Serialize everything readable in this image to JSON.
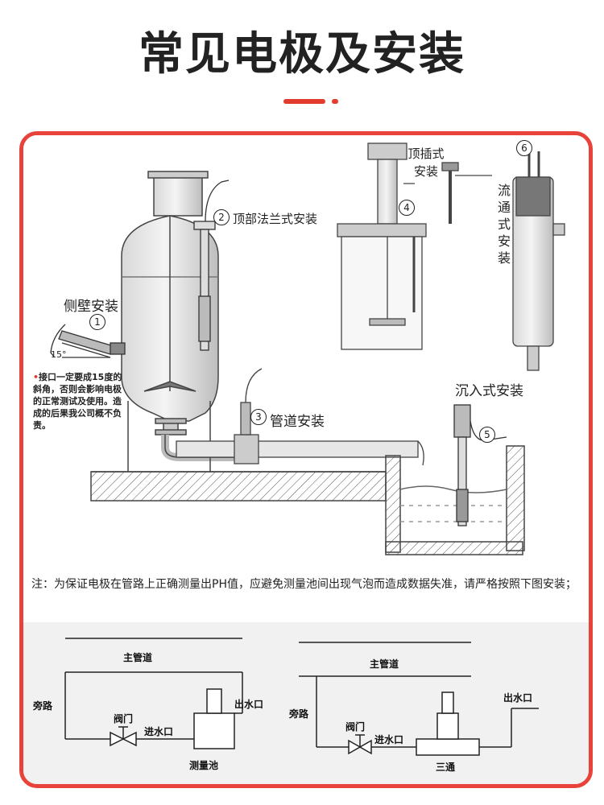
{
  "header": {
    "title": "常见电极及安装"
  },
  "installs": {
    "side": {
      "num": "1",
      "label": "侧壁安装",
      "angle": "15°"
    },
    "flange": {
      "num": "2",
      "label": "顶部法兰式安装"
    },
    "pipe": {
      "num": "3",
      "label": "管道安装"
    },
    "top_insert": {
      "num": "4",
      "label": "顶插式安装"
    },
    "submerge": {
      "num": "5",
      "label": "沉入式安装"
    },
    "flow": {
      "num": "6",
      "label": "流通式安装"
    }
  },
  "warning": {
    "bullet": "•",
    "text": "接口一定要成15度的斜角，否则会影响电极的正常测试及使用。造成的后果我公司概不负责。"
  },
  "note": "注：为保证电极在管路上正确测量出PH值，应避免测量池间出现气泡而造成数据失准，请严格按照下图安装；",
  "schematic_left": {
    "main_pipe": "主管道",
    "bypass": "旁路",
    "valve": "阀门",
    "inlet": "进水口",
    "outlet": "出水口",
    "cell": "测量池"
  },
  "schematic_right": {
    "main_pipe": "主管道",
    "bypass": "旁路",
    "valve": "阀门",
    "inlet": "进水口",
    "outlet": "出水口",
    "tee": "三通"
  },
  "colors": {
    "accent": "#e23a2c",
    "frame": "#e8433a",
    "line": "#333333"
  }
}
